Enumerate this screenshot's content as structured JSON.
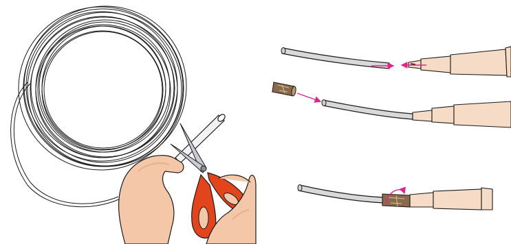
{
  "figure": {
    "panels": [
      {
        "id": "cut-tubing",
        "depicts": [
          "coiled-tubing",
          "scissors",
          "hands"
        ]
      },
      {
        "id": "step-connect",
        "depicts": [
          "tubing",
          "catheter-tip",
          "join-arrows"
        ]
      },
      {
        "id": "step-slide-sleeve",
        "depicts": [
          "sleeve",
          "tubing",
          "catheter"
        ]
      },
      {
        "id": "step-secure",
        "depicts": [
          "tubing",
          "sleeve-wrap",
          "catheter"
        ]
      }
    ],
    "colors": {
      "outline": "#1a1a1a",
      "tubing": "#d9d9d9",
      "skin": "#f4c7a8",
      "skin_shadow": "#e9b08f",
      "catheter": "#f6dcc6",
      "scissors_handle": "#e2441b",
      "scissors_blade": "#c8ccd2",
      "arrow": "#e0258a",
      "sleeve": "#8a6a4a",
      "sleeve_light": "#b99472"
    },
    "icons": [
      "scissors-icon",
      "tubing-coil-icon",
      "catheter-icon",
      "sleeve-icon",
      "arrow-icon",
      "rotate-arrow-icon"
    ]
  }
}
